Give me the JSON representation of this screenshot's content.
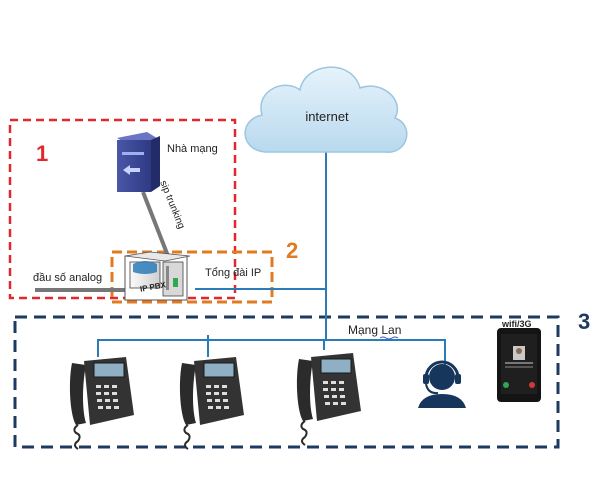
{
  "labels": {
    "internet": "internet",
    "carrier": "Nhà mạng",
    "sip_trunking": "sip trunking",
    "analog_numbers": "đầu số analog",
    "ip_pbx_exchange": "Tổng đài IP",
    "ip_pbx_box": "IP PBX",
    "lan": "Mạng Lan",
    "wifi_3g": "wifi/3G"
  },
  "zones": [
    {
      "number": "1",
      "color": "#e0282e"
    },
    {
      "number": "2",
      "color": "#e07b22"
    },
    {
      "number": "3",
      "color": "#1e3a5f"
    }
  ],
  "colors": {
    "cloud": "#cfe6f4",
    "network_line": "#2b7bb9",
    "trunk_line": "#777777",
    "headset_user": "#16365c",
    "phone": "#2b2b2b"
  },
  "icons": [
    "cloud-icon",
    "server-icon",
    "ip-pbx-icon",
    "desk-phone-icon",
    "headset-agent-icon",
    "smartphone-icon"
  ]
}
